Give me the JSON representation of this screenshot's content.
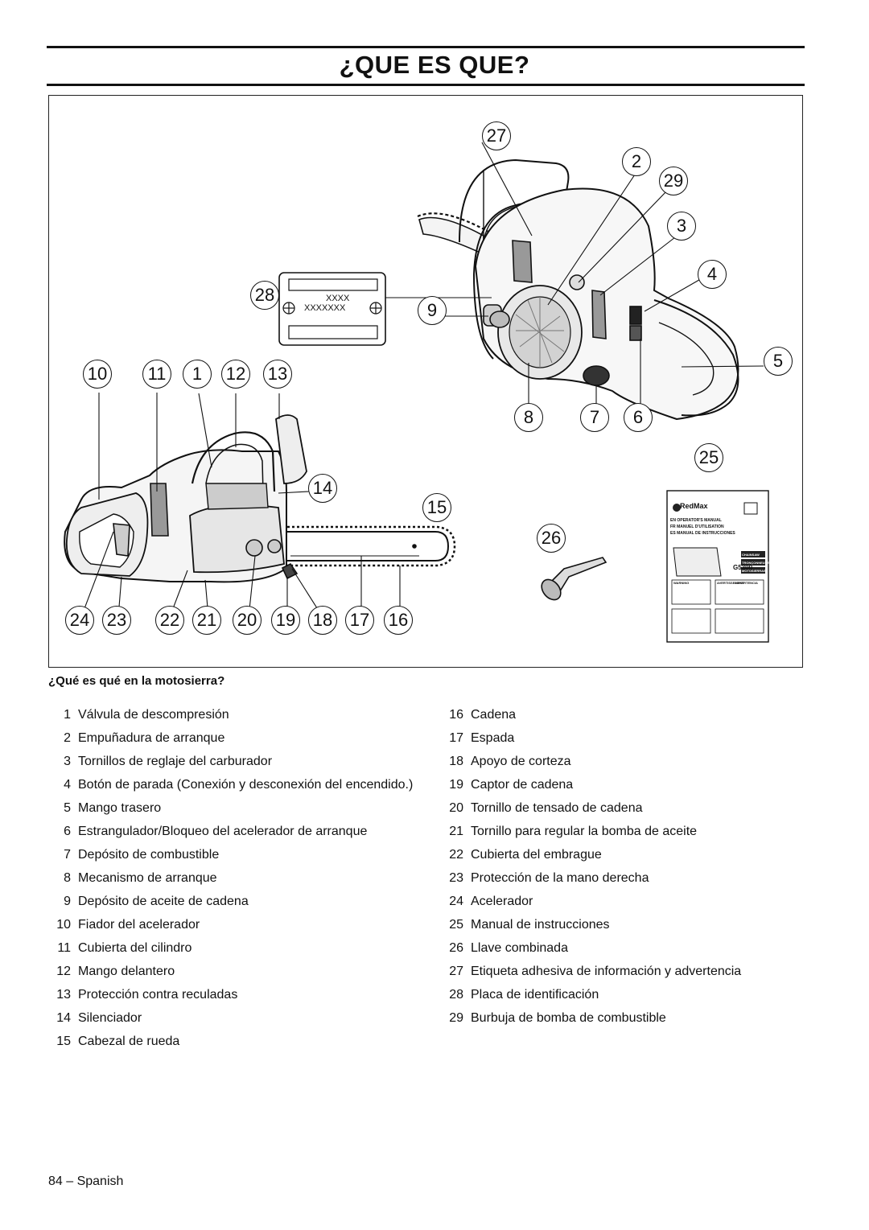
{
  "page": {
    "title": "¿QUE ES QUE?",
    "caption": "¿Qué es qué en la motosierra?",
    "footer": "84 – Spanish"
  },
  "figure": {
    "callouts": [
      "27",
      "2",
      "29",
      "3",
      "4",
      "28",
      "9",
      "5",
      "10",
      "11",
      "1",
      "12",
      "13",
      "8",
      "7",
      "6",
      "25",
      "14",
      "15",
      "26",
      "24",
      "23",
      "22",
      "21",
      "20",
      "19",
      "18",
      "17",
      "16"
    ],
    "plate_text": [
      "XXXX",
      "XXXXXXX"
    ],
    "manual": {
      "brand": "RedMax",
      "lines": [
        {
          "code": "EN",
          "text": "OPERATOR'S MANUAL"
        },
        {
          "code": "FR",
          "text": "MANUEL D'UTILISATION"
        },
        {
          "code": "ES",
          "text": "MANUAL DE INSTRUCCIONES"
        }
      ],
      "tags": [
        "CHAINSAW",
        "TRONÇONNEUSE",
        "MOTOSIERRAS"
      ],
      "model": "G5300",
      "warnings": [
        "WARNING",
        "AVERTISSEMENT",
        "ADVERTENCIA"
      ]
    }
  },
  "parts_left": [
    {
      "n": "1",
      "label": "Válvula de descompresión"
    },
    {
      "n": "2",
      "label": "Empuñadura de arranque"
    },
    {
      "n": "3",
      "label": "Tornillos de reglaje del carburador"
    },
    {
      "n": "4",
      "label": "Botón de parada (Conexión y desconexión del encendido.)"
    },
    {
      "n": "5",
      "label": "Mango trasero"
    },
    {
      "n": "6",
      "label": "Estrangulador/Bloqueo del acelerador de arranque"
    },
    {
      "n": "7",
      "label": "Depósito de combustible"
    },
    {
      "n": "8",
      "label": "Mecanismo de arranque"
    },
    {
      "n": "9",
      "label": "Depósito de aceite de cadena"
    },
    {
      "n": "10",
      "label": "Fiador del acelerador"
    },
    {
      "n": "11",
      "label": "Cubierta del cilindro"
    },
    {
      "n": "12",
      "label": "Mango delantero"
    },
    {
      "n": "13",
      "label": "Protección contra reculadas"
    },
    {
      "n": "14",
      "label": "Silenciador"
    },
    {
      "n": "15",
      "label": "Cabezal de rueda"
    }
  ],
  "parts_right": [
    {
      "n": "16",
      "label": "Cadena"
    },
    {
      "n": "17",
      "label": "Espada"
    },
    {
      "n": "18",
      "label": "Apoyo de corteza"
    },
    {
      "n": "19",
      "label": "Captor de cadena"
    },
    {
      "n": "20",
      "label": "Tornillo de tensado de cadena"
    },
    {
      "n": "21",
      "label": "Tornillo para regular la bomba de aceite"
    },
    {
      "n": "22",
      "label": "Cubierta del embrague"
    },
    {
      "n": "23",
      "label": "Protección de la mano derecha"
    },
    {
      "n": "24",
      "label": "Acelerador"
    },
    {
      "n": "25",
      "label": "Manual de instrucciones"
    },
    {
      "n": "26",
      "label": "Llave combinada"
    },
    {
      "n": "27",
      "label": "Etiqueta adhesiva de información y advertencia"
    },
    {
      "n": "28",
      "label": "Placa de identificación"
    },
    {
      "n": "29",
      "label": "Burbuja de bomba de combustible"
    }
  ]
}
